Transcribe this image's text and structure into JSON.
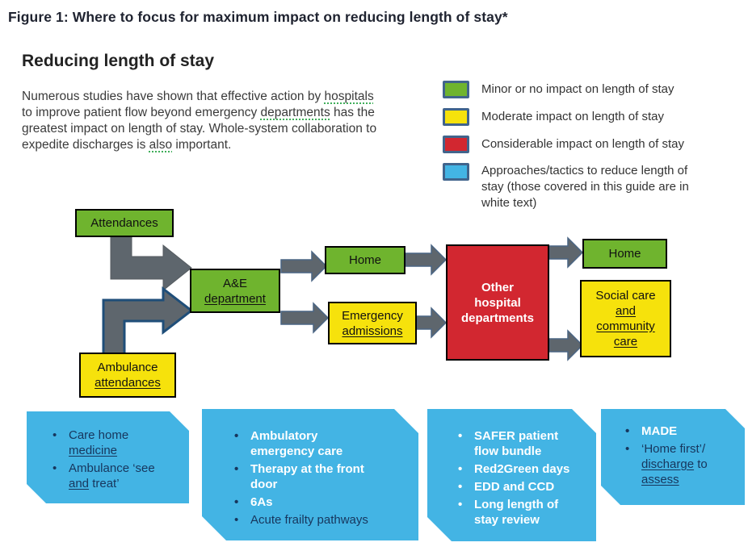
{
  "figure_title": "Figure 1: Where to focus for maximum impact on reducing length of stay*",
  "panel": {
    "heading": "Reducing length of stay",
    "intro": {
      "s1": "Numerous studies have shown that effective action by ",
      "u1": "hospitals",
      "s2": " to improve patient flow beyond emergency ",
      "u2": "departments",
      "s3": " has the greatest impact on length of stay. Whole-system collaboration to expedite discharges is ",
      "u3": "also",
      "s4": " important."
    }
  },
  "colors": {
    "green": "#6fb42e",
    "yellow": "#f6e20c",
    "red": "#d22730",
    "blue": "#43b4e4",
    "arrow_gray": "#5e666d",
    "arrow_blue_outline": "#1f4e79",
    "legend_swatch_border": "#41648c"
  },
  "legend": {
    "items": [
      {
        "key": "minor",
        "color": "#6fb42e",
        "label": "Minor or no impact on length of stay"
      },
      {
        "key": "moderate",
        "color": "#f6e20c",
        "label": "Moderate impact on length of stay"
      },
      {
        "key": "considerable",
        "color": "#d22730",
        "label": "Considerable impact on length of stay"
      },
      {
        "key": "approaches",
        "color": "#43b4e4",
        "label": "Approaches/tactics to reduce length of stay (those covered in this guide are in white text)"
      }
    ]
  },
  "flow": {
    "attendances": {
      "label": "Attendances"
    },
    "ambulance": {
      "line1": "Ambulance",
      "line2": "attendances"
    },
    "ae": {
      "line1": "A&E",
      "line2": "department"
    },
    "home_left": {
      "label": "Home"
    },
    "emergency": {
      "line1": "Emergency",
      "line2": "admissions"
    },
    "other_departments": {
      "l1": "Other",
      "l2": "hospital",
      "l3": "departments"
    },
    "home_right": {
      "label": "Home"
    },
    "social_care": {
      "line1": "Social care",
      "line2": "and",
      "line3": "community",
      "line4": "care"
    }
  },
  "callouts": [
    {
      "items": [
        {
          "in_guide": false,
          "s1": "Care home\n",
          "u1": "medicine"
        },
        {
          "in_guide": false,
          "s1": "Ambulance ‘see\n",
          "u1": "and",
          "s2": " treat’"
        }
      ]
    },
    {
      "items": [
        {
          "in_guide": true,
          "text": "Ambulatory\nemergency care"
        },
        {
          "in_guide": true,
          "text": "Therapy at the front\ndoor"
        },
        {
          "in_guide": true,
          "text": "6As"
        },
        {
          "in_guide": false,
          "text": "Acute frailty pathways"
        }
      ]
    },
    {
      "items": [
        {
          "in_guide": true,
          "text": "SAFER patient\nflow bundle"
        },
        {
          "in_guide": true,
          "text": "Red2Green days"
        },
        {
          "in_guide": true,
          "text": "EDD and CCD"
        },
        {
          "in_guide": true,
          "text": "Long length of\nstay review"
        }
      ]
    },
    {
      "items": [
        {
          "in_guide": true,
          "text": "MADE"
        },
        {
          "in_guide": false,
          "s1": "‘Home first’/\n",
          "u1": "discharge",
          "s2": " to\n",
          "u2": "assess"
        }
      ]
    }
  ]
}
